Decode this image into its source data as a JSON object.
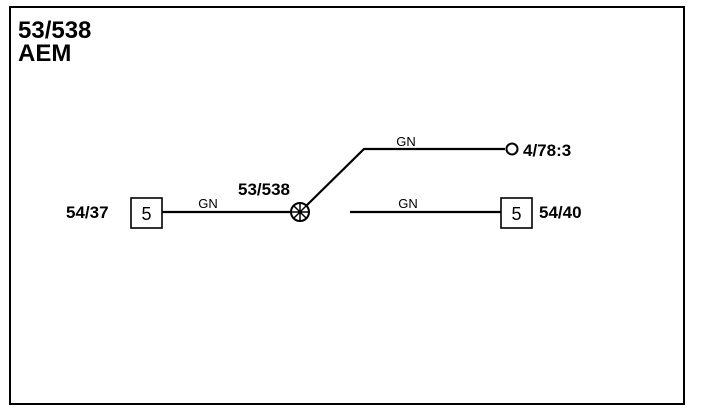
{
  "title": {
    "line1": "53/538",
    "line2": "AEM"
  },
  "splice": {
    "label": "53/538"
  },
  "connectors": {
    "left": {
      "name": "54/37",
      "pin": "5"
    },
    "right": {
      "name": "54/40",
      "pin": "5"
    },
    "terminal": {
      "name": "4/78:3"
    }
  },
  "wires": {
    "left": {
      "color": "GN"
    },
    "upper": {
      "color": "GN"
    },
    "lower": {
      "color": "GN"
    }
  }
}
